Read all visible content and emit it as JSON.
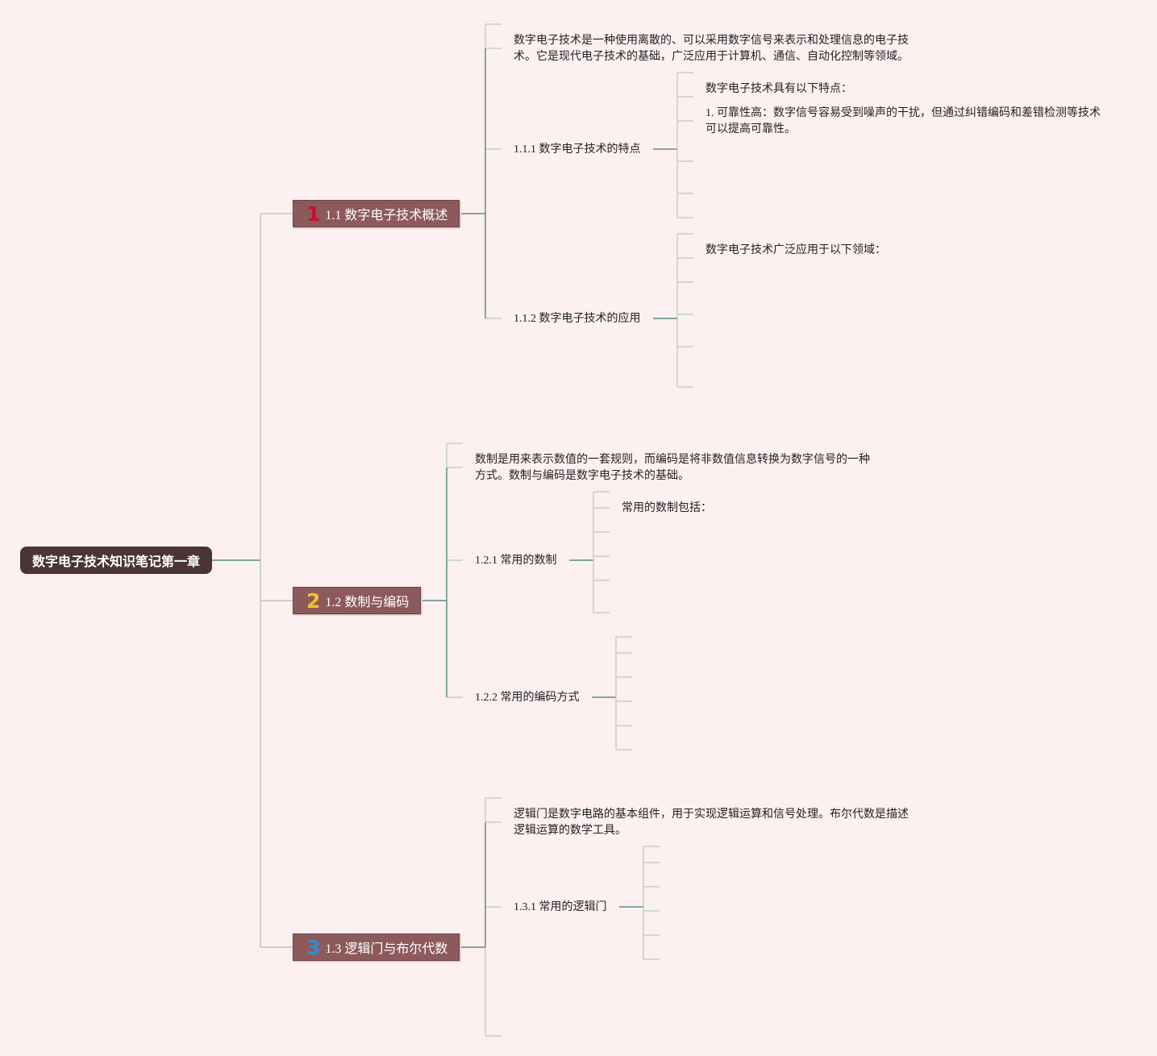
{
  "root": {
    "label": "数字电子技术知识笔记第一章"
  },
  "colors": {
    "background": "#fdf0f1",
    "root_fill": "#4a3436",
    "topic_fill": "#8d5a5c",
    "line": "#5a8c84",
    "bracket": "#b7c9c4",
    "num1": "#c8102e",
    "num2": "#f2c230",
    "num3": "#2a8fd6"
  },
  "sections": [
    {
      "number": "1",
      "label": "1.1 数字电子技术概述",
      "intro": "数字电子技术是一种使用离散的、可以采用数字信号来表示和处理信息的电子技术。它是现代电子技术的基础，广泛应用于计算机、通信、自动化控制等领域。",
      "subsections": [
        {
          "label": "1.1.1 数字电子技术的特点",
          "items": [
            "数字电子技术具有以下特点：",
            "1. 可靠性高：数字信号容易受到噪声的干扰，但通过纠错编码和差错检测等技术可以提高可靠性。"
          ]
        },
        {
          "label": "1.1.2 数字电子技术的应用",
          "items": [
            "数字电子技术广泛应用于以下领域："
          ]
        }
      ]
    },
    {
      "number": "2",
      "label": "1.2 数制与编码",
      "intro": "数制是用来表示数值的一套规则，而编码是将非数值信息转换为数字信号的一种方式。数制与编码是数字电子技术的基础。",
      "subsections": [
        {
          "label": "1.2.1 常用的数制",
          "items": [
            "常用的数制包括："
          ]
        },
        {
          "label": "1.2.2 常用的编码方式",
          "items": []
        }
      ]
    },
    {
      "number": "3",
      "label": "1.3 逻辑门与布尔代数",
      "intro": "逻辑门是数字电路的基本组件，用于实现逻辑运算和信号处理。布尔代数是描述逻辑运算的数学工具。",
      "subsections": [
        {
          "label": "1.3.1 常用的逻辑门",
          "items": []
        }
      ]
    }
  ]
}
